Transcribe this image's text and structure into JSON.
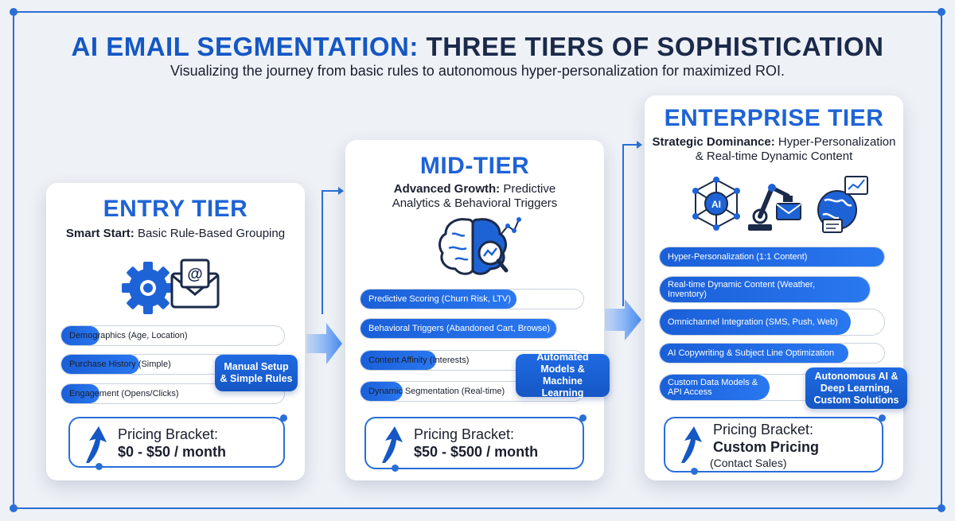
{
  "header": {
    "title_part1": "AI EMAIL SEGMENTATION:",
    "title_part2": "THREE TIERS OF SOPHISTICATION",
    "subtitle": "Visualizing the journey from basic rules to autonomous hyper-personalization for maximized ROI."
  },
  "colors": {
    "accent": "#1e63d6",
    "dark": "#1b2a4a",
    "background": "#eef1f6"
  },
  "tiers": [
    {
      "name": "ENTRY TIER",
      "tagline_bold": "Smart Start:",
      "tagline_rest": "Basic Rule-Based Grouping",
      "icons": [
        "gear-icon",
        "email-icon"
      ],
      "features": [
        {
          "label": "Demographics (Age, Location)",
          "fill": 0.17
        },
        {
          "label": "Purchase History (Simple)",
          "fill": 0.35
        },
        {
          "label": "Engagement (Opens/Clicks)",
          "fill": 0.17
        }
      ],
      "callout": "Manual Setup & Simple Rules",
      "pricing_label": "Pricing Bracket:",
      "pricing_value": "$0 - $50 / month"
    },
    {
      "name": "MID-TIER",
      "tagline_bold": "Advanced Growth:",
      "tagline_rest": "Predictive Analytics & Behavioral Triggers",
      "icons": [
        "brain-analytics-icon"
      ],
      "features": [
        {
          "label": "Predictive Scoring (Churn Risk, LTV)",
          "fill": 0.7
        },
        {
          "label": "Behavioral Triggers (Abandoned Cart, Browse)",
          "fill": 1.0
        },
        {
          "label": "Content Affinity (Interests)",
          "fill": 0.34
        },
        {
          "label": "Dynamic Segmentation (Real-time)",
          "fill": 0.19
        }
      ],
      "callout": "Automated Models & Machine Learning",
      "pricing_label": "Pricing Bracket:",
      "pricing_value": "$50 - $500 / month"
    },
    {
      "name": "ENTERPRISE TIER",
      "tagline_bold": "Strategic Dominance:",
      "tagline_rest": "Hyper-Personalization & Real-time Dynamic Content",
      "icons": [
        "ai-network-icon",
        "robot-arm-icon",
        "globe-icon"
      ],
      "features": [
        {
          "label": "Hyper-Personalization (1:1 Content)",
          "fill": 1.0
        },
        {
          "label": "Real-time Dynamic Content (Weather, Inventory)",
          "fill": 1.0
        },
        {
          "label": "Omnichannel Integration (SMS, Push, Web)",
          "fill": 0.85
        },
        {
          "label": "AI Copywriting & Subject Line Optimization",
          "fill": 0.84
        },
        {
          "label": "Custom Data Models & API Access",
          "fill": 0.49
        }
      ],
      "callout": "Autonomous AI & Deep Learning, Custom Solutions",
      "pricing_label": "Pricing Bracket:",
      "pricing_value": "Custom Pricing",
      "pricing_note": "(Contact Sales)"
    }
  ]
}
